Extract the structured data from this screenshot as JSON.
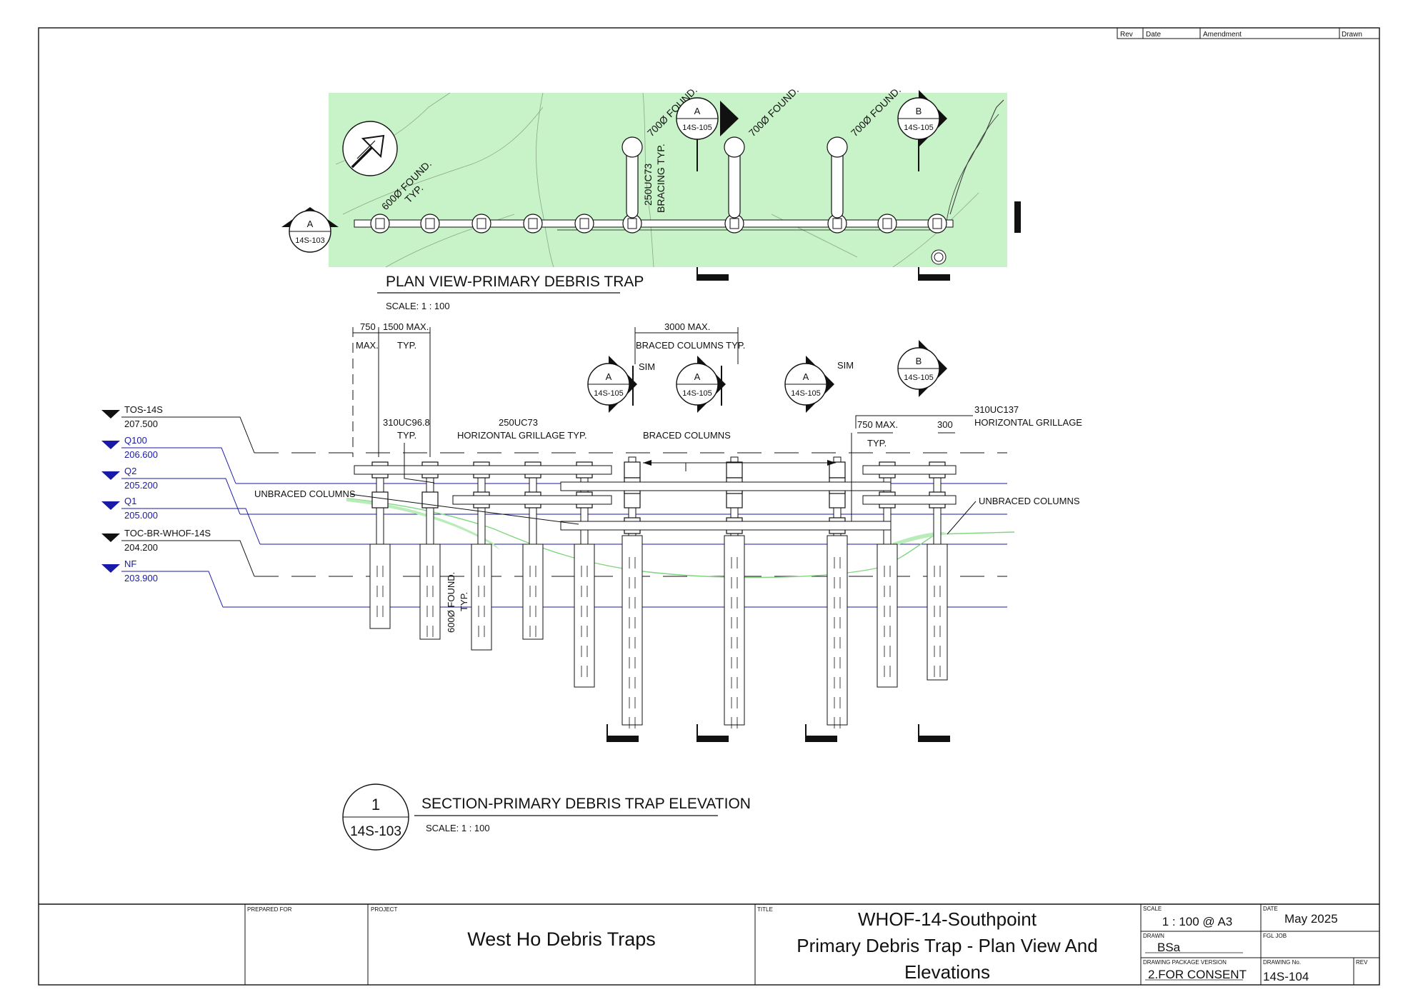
{
  "revision_table": {
    "rev": "Rev",
    "date": "Date",
    "amendment": "Amendment",
    "drawn": "Drawn"
  },
  "plan": {
    "title": "PLAN VIEW-PRIMARY DEBRIS TRAP",
    "scale": "SCALE:  1 : 100",
    "found_typ_line1": "600Ø FOUND.",
    "found_typ_line2": "TYP.",
    "found_700": "700Ø FOUND.",
    "bracing_line1": "250UC73",
    "bracing_line2": "BRACING TYP.",
    "section_mark_a": "A",
    "section_ref_103": "14S-103",
    "section_ref_105": "14S-105",
    "section_mark_b": "B"
  },
  "elevation": {
    "title": "SECTION-PRIMARY DEBRIS TRAP ELEVATION",
    "scale": "SCALE:  1 : 100",
    "section_number": "1",
    "section_sheet": "14S-103",
    "dim_750": "750",
    "dim_max": "MAX.",
    "dim_1500": "1500 MAX.",
    "dim_typ": "TYP.",
    "dim_3000": "3000 MAX.",
    "braced_typ": "BRACED COLUMNS TYP.",
    "sim": "SIM",
    "col_310_line1": "310UC96.8",
    "col_310_line2": "TYP.",
    "grillage_line1": "250UC73",
    "grillage_line2": "HORIZONTAL GRILLAGE TYP.",
    "braced_columns": "BRACED COLUMNS",
    "unbraced_columns": "UNBRACED COLUMNS",
    "h_grillage_line1": "310UC137",
    "h_grillage_line2": "HORIZONTAL GRILLAGE",
    "dim_750_max": "750 MAX.",
    "dim_300": "300",
    "found_line1": "600Ø FOUND.",
    "found_line2": "TYP.",
    "levels": [
      {
        "name": "TOS-14S",
        "value": "207.500"
      },
      {
        "name": "Q100",
        "value": "206.600"
      },
      {
        "name": "Q2",
        "value": "205.200"
      },
      {
        "name": "Q1",
        "value": "205.000"
      },
      {
        "name": "TOC-BR-WHOF-14S",
        "value": "204.200"
      },
      {
        "name": "NF",
        "value": "203.900"
      }
    ]
  },
  "title_block": {
    "prepared_for_label": "PREPARED FOR",
    "project_label": "PROJECT",
    "project": "West Ho Debris Traps",
    "title_label": "TITLE",
    "title_line1": "WHOF-14-Southpoint",
    "title_line2": "Primary Debris Trap - Plan View And",
    "title_line3": "Elevations",
    "scale_label": "SCALE",
    "scale": "1 : 100 @ A3",
    "date_label": "DATE",
    "date": "May 2025",
    "drawn_label": "DRAWN",
    "drawn": "BSa",
    "fgl_job_label": "FGL JOB",
    "package_label": "DRAWING PACKAGE VERSION",
    "package": "2.FOR CONSENT",
    "drawing_no_label": "DRAWING No.",
    "drawing_no": "14S-104",
    "rev_label": "REV"
  },
  "colors": {
    "site_green": "#c8f2c8",
    "level_blue": "#1a1aa8",
    "line": "#111111"
  }
}
